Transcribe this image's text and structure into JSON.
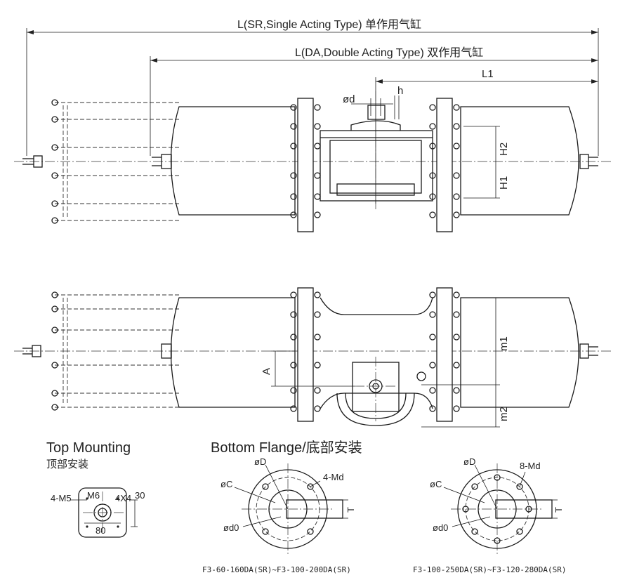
{
  "dimensions": {
    "L_sr": "L(SR,Single Acting Type) 单作用气缸",
    "L_da": "L(DA,Double Acting Type) 双作用气缸",
    "L1": "L1",
    "od": "ød",
    "h": "h",
    "H1": "H1",
    "H2": "H2",
    "A": "A",
    "m1": "m1",
    "m2": "m2"
  },
  "top_mounting": {
    "title": "Top Mounting",
    "subtitle": "顶部安装",
    "label_4m5": "4-M5",
    "label_m6": "M6",
    "label_4x4": "4X4",
    "label_30": "30",
    "label_80": "80"
  },
  "bottom_flange": {
    "title": "Bottom Flange/底部安装",
    "left": {
      "oD": "øD",
      "oC": "øC",
      "od0": "ød0",
      "md": "4-Md",
      "T": "T",
      "caption": "F3-60-160DA(SR)~F3-100-200DA(SR)"
    },
    "right": {
      "oD": "øD",
      "oC": "øC",
      "od0": "ød0",
      "md": "8-Md",
      "T": "T",
      "caption": "F3-100-250DA(SR)~F3-120-280DA(SR)"
    }
  }
}
